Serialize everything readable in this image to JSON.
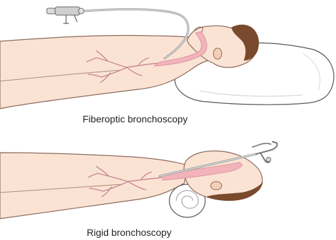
{
  "panels": [
    {
      "caption": "Fiberoptic bronchoscopy",
      "support": "pillow",
      "instrument": "flexible-bronchoscope-icon"
    },
    {
      "caption": "Rigid bronchoscopy",
      "support": "rolled-towel",
      "instrument": "rigid-bronchoscope-icon"
    }
  ],
  "colors": {
    "skin": "#fbe3d4",
    "skin_outline": "#8a6a5a",
    "hair": "#7a4a2e",
    "airway": "#f2b3ba",
    "bronchi": "#c98a96",
    "instrument": "#b8b8b8",
    "pillow": "#ffffff",
    "caption_text": "#222222"
  }
}
